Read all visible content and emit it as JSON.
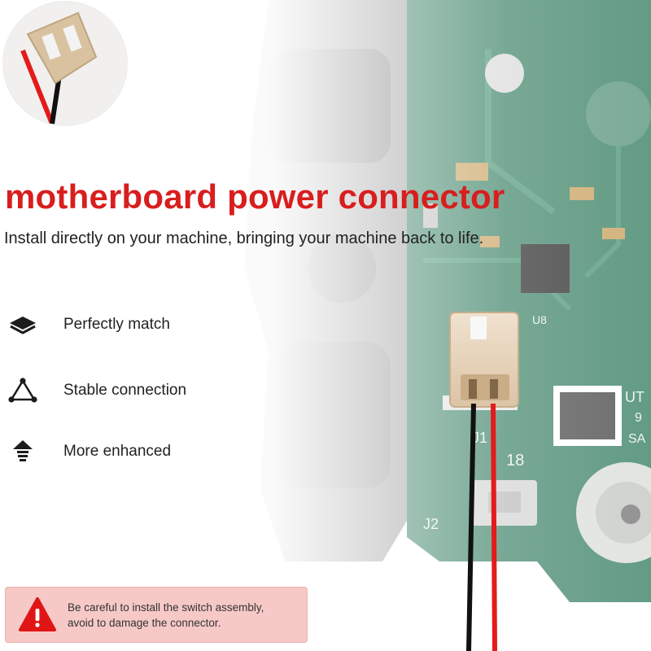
{
  "headline": "motherboard power connector",
  "subline": "Install directly on your machine, bringing your machine back to life.",
  "features": [
    {
      "icon": "layers-icon",
      "label": "Perfectly match"
    },
    {
      "icon": "triangle-nodes-icon",
      "label": "Stable connection"
    },
    {
      "icon": "upload-arrow-icon",
      "label": "More enhanced"
    }
  ],
  "warning": {
    "icon": "warning-exclamation-icon",
    "line1": "Be careful to install the switch assembly,",
    "line2": "avoid to damage the connector."
  },
  "board_labels": {
    "u8": "U8",
    "j1": "J1",
    "j1_num": "18",
    "j2": "J2",
    "ut": "UT",
    "nine": "9",
    "sa": "SA"
  },
  "colors": {
    "headline": "#d81e1e",
    "pcb": "#2f7a5c",
    "warning_bg": "#f6c9c7",
    "wire_red": "#e31b1b",
    "wire_black": "#111111"
  }
}
